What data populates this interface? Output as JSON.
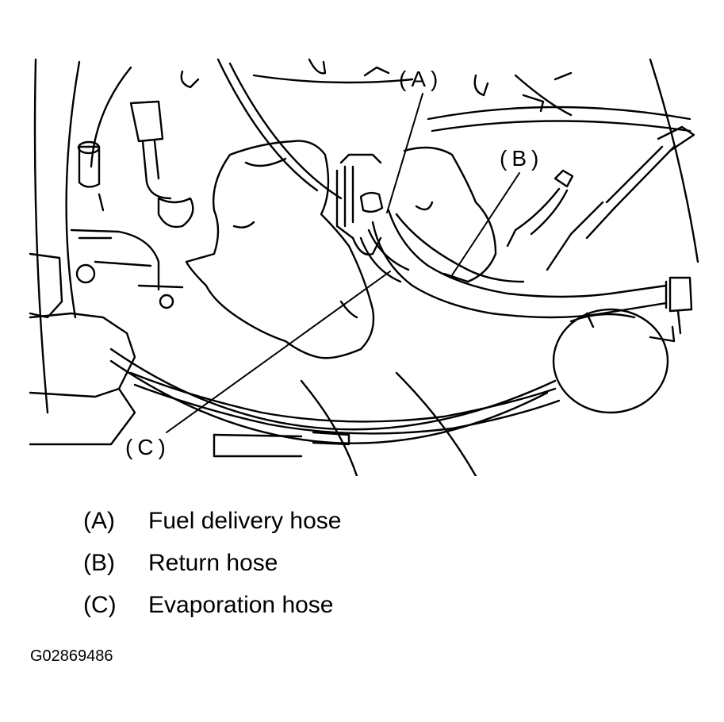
{
  "callouts": {
    "a": "(A)",
    "b": "(B)",
    "c": "(C)"
  },
  "legend": [
    {
      "key": "(A)",
      "text": "Fuel delivery hose"
    },
    {
      "key": "(B)",
      "text": "Return hose"
    },
    {
      "key": "(C)",
      "text": "Evaporation hose"
    }
  ],
  "figure_id": "G02869486"
}
